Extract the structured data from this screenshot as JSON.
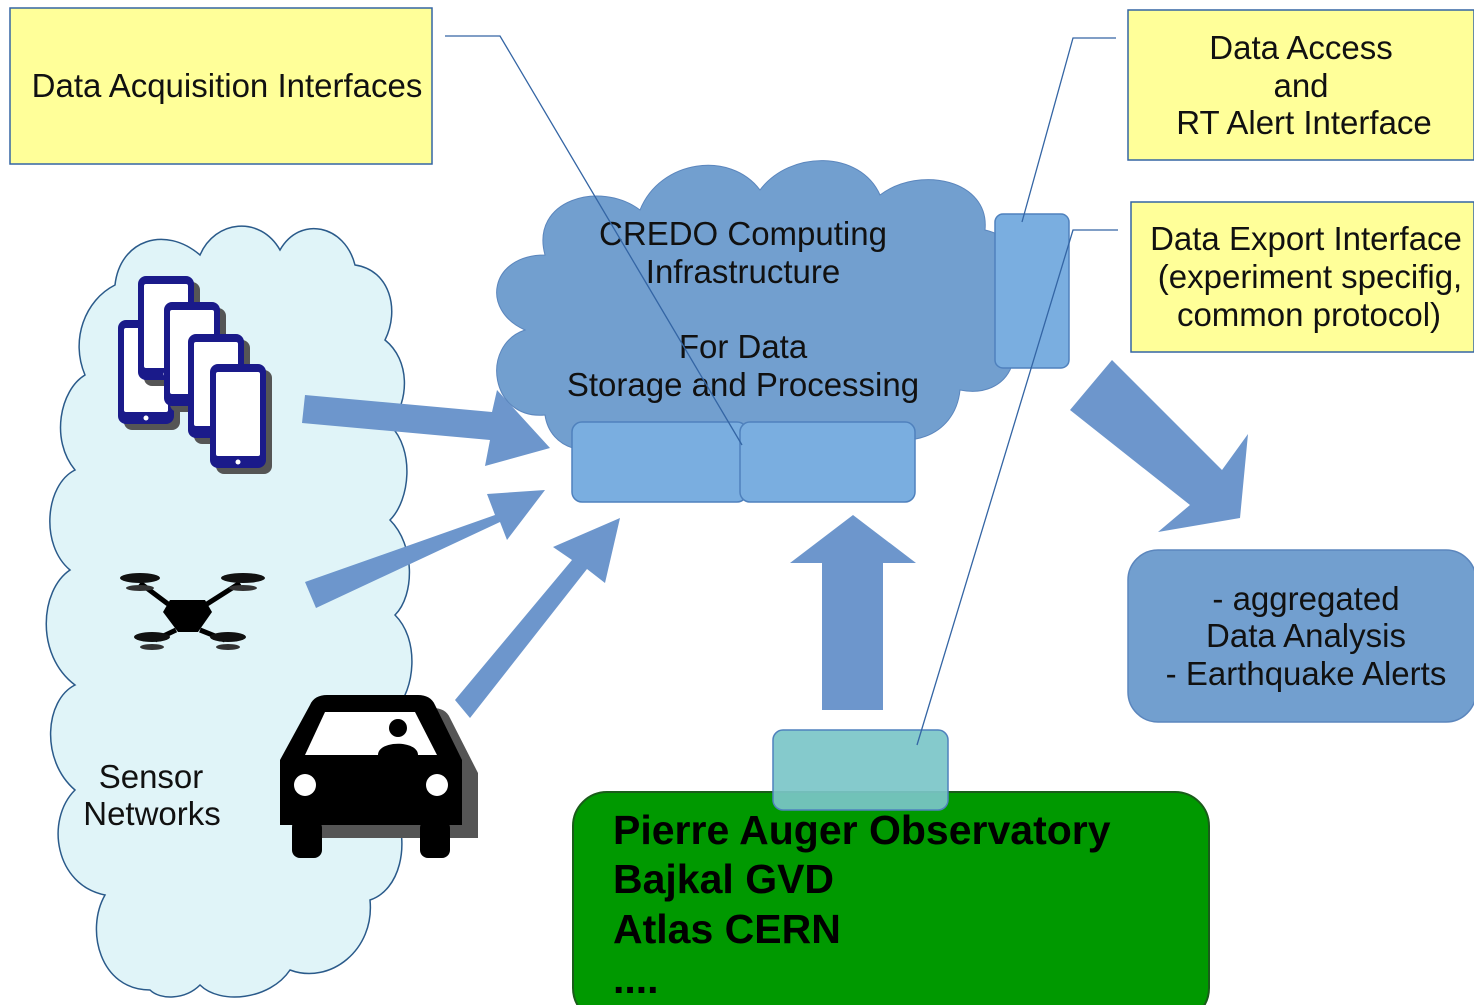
{
  "callouts": {
    "acquisition": "Data Acquisition Interfaces",
    "access": [
      "Data Access",
      "and",
      "RT Alert Interface"
    ],
    "export": [
      "Data Export Interface",
      "(experiment specifig,",
      "common protocol)"
    ]
  },
  "computing_cloud": {
    "lines": [
      "CREDO Computing",
      "Infrastructure",
      "",
      "For Data",
      "Storage and Processing"
    ]
  },
  "sensor_cloud": {
    "lines": [
      "Sensor",
      "Networks"
    ]
  },
  "analysis_box": {
    "lines": [
      "- aggregated",
      "Data Analysis",
      "- Earthquake Alerts"
    ]
  },
  "experiments_box": {
    "lines": [
      "Pierre Auger Observatory",
      "Bajkal GVD",
      "Atlas CERN",
      "...."
    ]
  },
  "sources": {
    "phones_icon": "smartphones-icon",
    "drone_icon": "drone-icon",
    "car_icon": "car-icon"
  },
  "colors": {
    "callout_fill": "#ffff99",
    "callout_border": "#3465a4",
    "computing_cloud": "#729fcf",
    "sensor_cloud": "#e0f4f8",
    "arrow": "#6d96cc",
    "interface_block": "#7aaee0",
    "experiments_fill": "#009900",
    "experiments_connector": "#7bc6c8"
  }
}
